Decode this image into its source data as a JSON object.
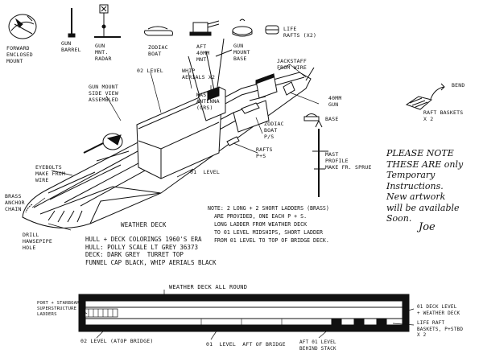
{
  "parts_labels": {
    "forward_mount": "FORWARD\nENCLOSED\nMOUNT",
    "gun_barrel": "GUN\nBARREL",
    "gun_mnt_radar": "GUN\nMNT.\nRADAR",
    "zodiac_boat": "ZODIAC\nBOAT",
    "aft_40mm": "AFT\n40MM\nMNT.",
    "gun_mount_base": "GUN\nMOUNT\nBASE",
    "life_rafts": "LIFE\nRAFTS (x2)",
    "bend": "BEND",
    "raft_baskets": "RAFT BASKETS\nx 2"
  },
  "ship_labels": {
    "gun_mount_side": "GUN MOUNT\nSIDE VIEW\nASSEMBLED",
    "o2_level": "02 LEVEL",
    "whip_aerials": "WHIP\nAERIALS x2",
    "mast_antenna": "MAST\nANTENNA\n(CRS)",
    "jackstaff": "JACKSTAFF\nFROM WIRE",
    "gun_40mm": "40MM\nGUN",
    "base": "BASE",
    "zodiac_boat_ps": "ZODIAC\nBOAT\nP/S",
    "rafts_ps": "RAFTS\nP+S",
    "mast_profile": "MAST\nPROFILE\nMAKE FR. SPRUE",
    "o1_level": "01  LEVEL",
    "eyebolts": "EYEBOLTS\nMAKE FROM\nWIRE",
    "brass_anchor": "BRASS\nANCHOR\nCHAIN",
    "drill_hawsepipe": "DRILL\nHAWSEPIPE\nHOLE",
    "weather_deck": "WEATHER DECK"
  },
  "colorings": "HULL + DECK COLORINGS 1960's ERA\nHULL: POLLY SCALE LT GREY 36373\nDECK: DARK GREY  TURRET TOP\nFUNNEL CAP BLACK, WHIP AERIALS BLACK",
  "ladder_note": "NOTE: 2 LONG + 2 SHORT LADDERS (BRASS)\n  ARE PROVIDED, ONE EACH P + S.\n  LONG LADDER FROM WEATHER DECK\n  TO 01 LEVEL MIDSHIPS, SHORT LADDER\n  FROM 01 LEVEL TO TOP OF BRIDGE DECK.",
  "please_note": "PLEASE NOTE\nTHESE ARE only\nTemporary\nInstructions.\nNew artwork\nwill be available\nSoon.",
  "signature": "Joe",
  "strip_labels": {
    "weather_deck_all_round": "WEATHER DECK ALL ROUND",
    "port_starboard": "PORT + STARBOARD\nSUPERSTRUCTURE\nLADDERS",
    "o1_deck_level": "01 DECK LEVEL\n+ WEATHER DECK",
    "life_raft_baskets": "LIFE RAFT\nBASKETS, P+STBD\nx 2",
    "o2_atop_bridge": "02 LEVEL (ATOP BRIDGE)",
    "o1_aft_bridge": "01  LEVEL  AFT OF BRIDGE",
    "aft_o1_level": "AFT 01 LEVEL\nBEHIND STACK"
  }
}
